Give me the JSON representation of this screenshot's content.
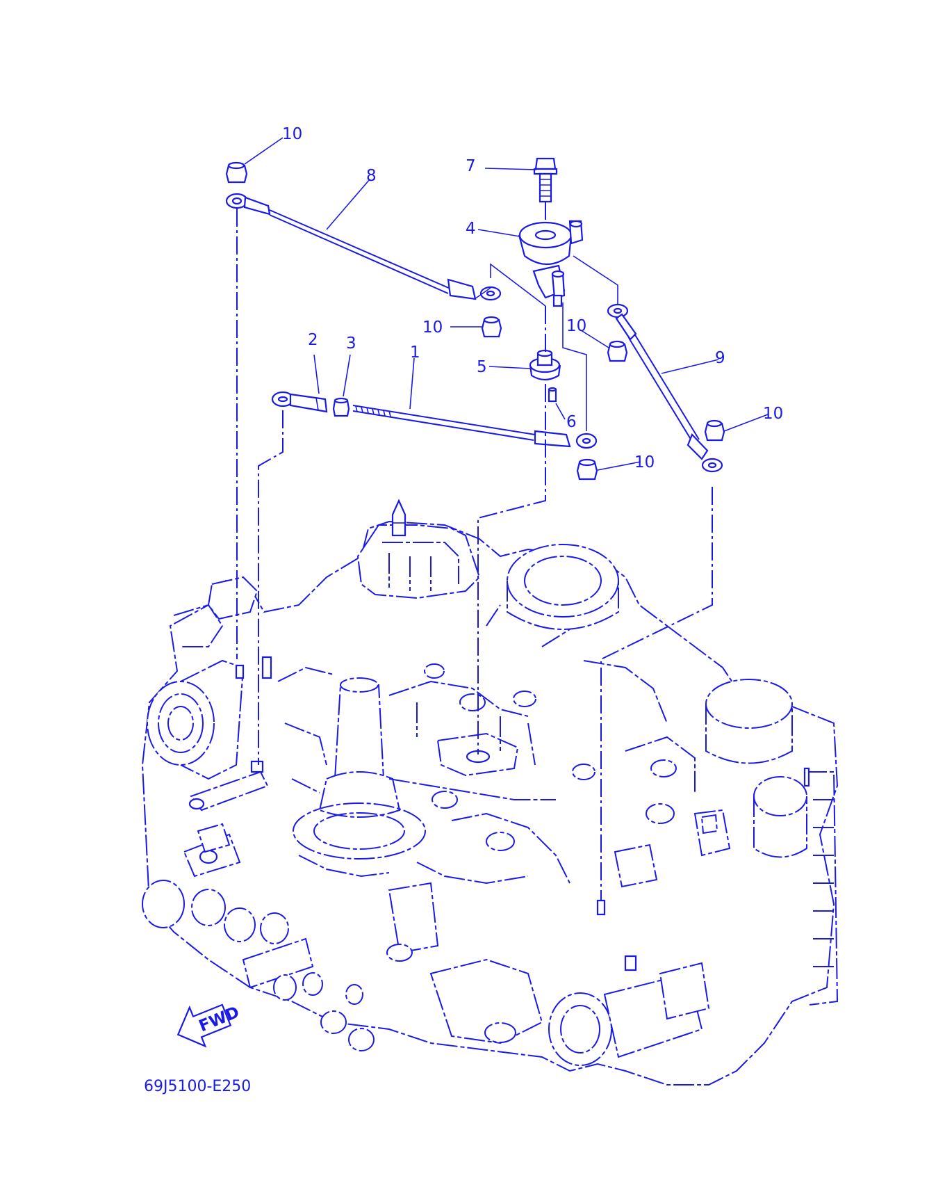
{
  "diagram": {
    "drawing_code": "69J5100-E250",
    "fwd_label": "FWD",
    "callouts": {
      "c1": "1",
      "c2": "2",
      "c3": "3",
      "c4": "4",
      "c5": "5",
      "c6": "6",
      "c7": "7",
      "c8": "8",
      "c9": "9",
      "c10a": "10",
      "c10b": "10",
      "c10c": "10",
      "c10d": "10",
      "c10e": "10"
    },
    "line_color": "#1a1ae6"
  }
}
